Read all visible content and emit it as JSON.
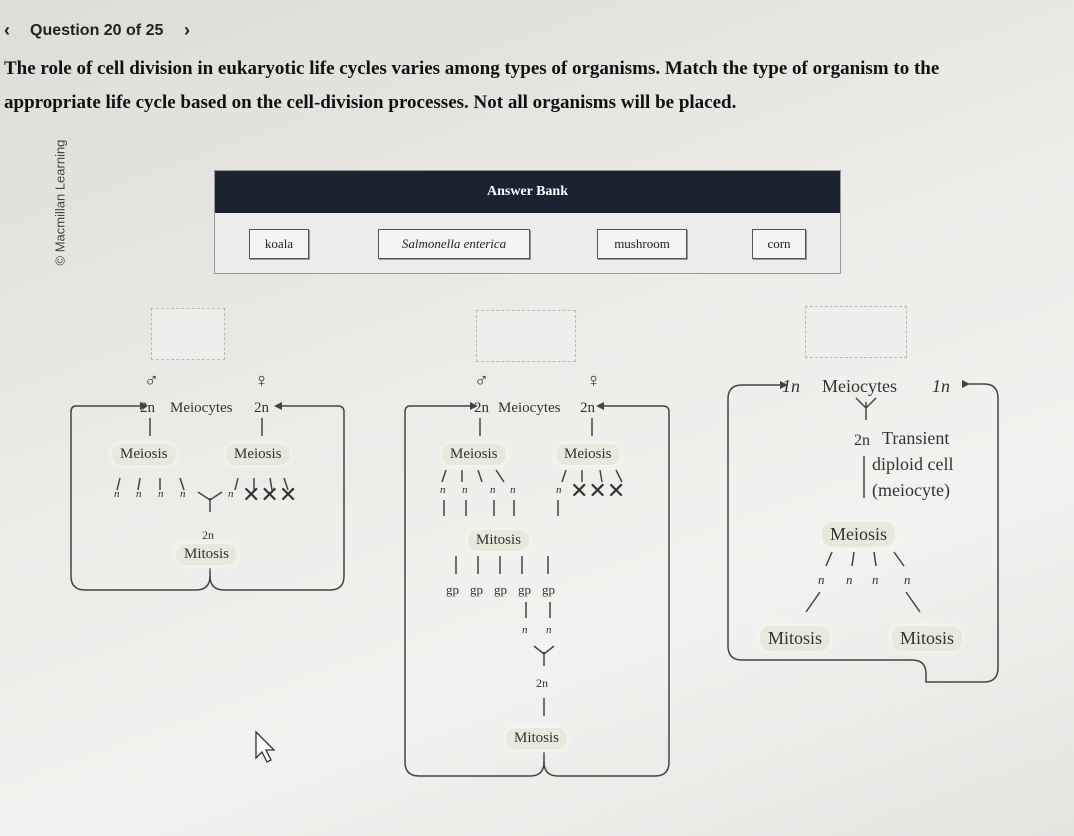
{
  "header": {
    "question_label": "Question 20 of 25",
    "prev_icon": "chevron-left",
    "next_icon": "chevron-right"
  },
  "prompt": {
    "line1": "The role of cell division in eukaryotic life cycles varies among types of organisms. Match the type of organism to the",
    "line2": "appropriate life cycle based on the cell-division processes. Not all organisms will be placed."
  },
  "copyright": "© Macmillan Learning",
  "answer_bank": {
    "title": "Answer Bank",
    "items": [
      "koala",
      "Salmonella enterica",
      "mushroom",
      "corn"
    ]
  },
  "diagrams": {
    "male_symbol": "♂",
    "female_symbol": "♀",
    "d1": {
      "top_left": "2n",
      "meiocytes": "Meiocytes",
      "top_right": "2n",
      "meiosis_left": "Meiosis",
      "meiosis_right": "Meiosis",
      "n": "n",
      "zygote": "2n",
      "mitosis": "Mitosis"
    },
    "d2": {
      "top_left": "2n",
      "meiocytes": "Meiocytes",
      "top_right": "2n",
      "meiosis_left": "Meiosis",
      "meiosis_right": "Meiosis",
      "n": "n",
      "mitosis1": "Mitosis",
      "gp": "gp",
      "zygote": "2n",
      "mitosis2": "Mitosis"
    },
    "d3": {
      "top_left": "1n",
      "meiocytes": "Meiocytes",
      "top_right": "1n",
      "transient": "2n",
      "transient_text_1": "Transient",
      "transient_text_2": "diploid cell",
      "transient_text_3": "(meiocyte)",
      "meiosis": "Meiosis",
      "n": "n",
      "mitosis_left": "Mitosis",
      "mitosis_right": "Mitosis"
    }
  }
}
